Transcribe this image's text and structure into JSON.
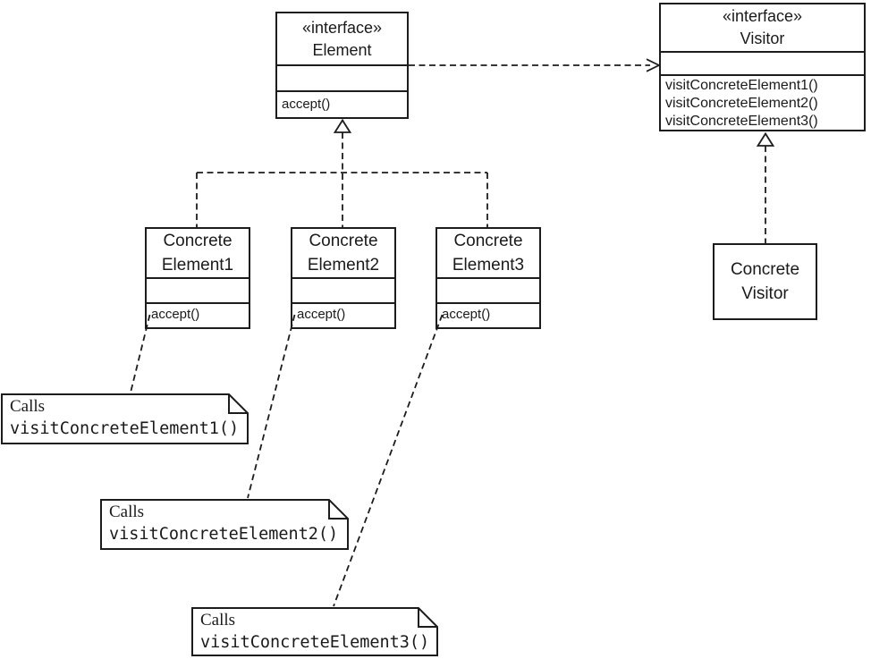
{
  "classes": {
    "element": {
      "stereotype": "«interface»",
      "name": "Element",
      "methods": [
        "accept()"
      ]
    },
    "visitor": {
      "stereotype": "«interface»",
      "name": "Visitor",
      "methods": [
        "visitConcreteElement1()",
        "visitConcreteElement2()",
        "visitConcreteElement3()"
      ]
    },
    "concrete_element1": {
      "name_lines": [
        "Concrete",
        "Element1"
      ],
      "methods": [
        "accept()"
      ]
    },
    "concrete_element2": {
      "name_lines": [
        "Concrete",
        "Element2"
      ],
      "methods": [
        "accept()"
      ]
    },
    "concrete_element3": {
      "name_lines": [
        "Concrete",
        "Element3"
      ],
      "methods": [
        "accept()"
      ]
    },
    "concrete_visitor": {
      "name_lines": [
        "Concrete",
        "Visitor"
      ]
    }
  },
  "notes": [
    {
      "label": "Calls",
      "code": "visitConcreteElement1()"
    },
    {
      "label": "Calls",
      "code": "visitConcreteElement2()"
    },
    {
      "label": "Calls",
      "code": "visitConcreteElement3()"
    }
  ],
  "colors": {
    "line": "#1c1c1c",
    "text": "#1a1a1a",
    "background": "#ffffff"
  }
}
